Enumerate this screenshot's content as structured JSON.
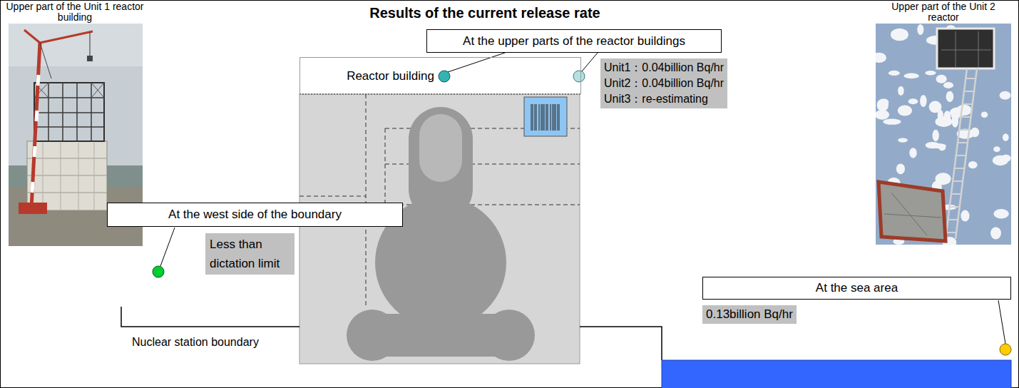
{
  "diagram": {
    "title": "Results of the current release rate",
    "nodes": [
      {
        "text": [
          "At the upper parts of the reactor buildings"
        ]
      },
      {
        "text": [
          "Unit1：0.04billion Bq/hr",
          "Unit2：0.04billion Bq/hr",
          "Unit3：re-estimating"
        ]
      },
      {
        "text": [
          "Reactor building"
        ]
      },
      {
        "text": [
          "At the west side of the boundary"
        ]
      },
      {
        "text": [
          "Less than dictation limit"
        ]
      },
      {
        "text": [
          "At the sea area"
        ]
      },
      {
        "text": [
          "0.13billion Bq/hr"
        ]
      }
    ],
    "labels": [
      "Upper part of the Unit 1 reactor building",
      "Upper part of the Unit 2 reactor",
      "Nuclear station boundary"
    ]
  }
}
